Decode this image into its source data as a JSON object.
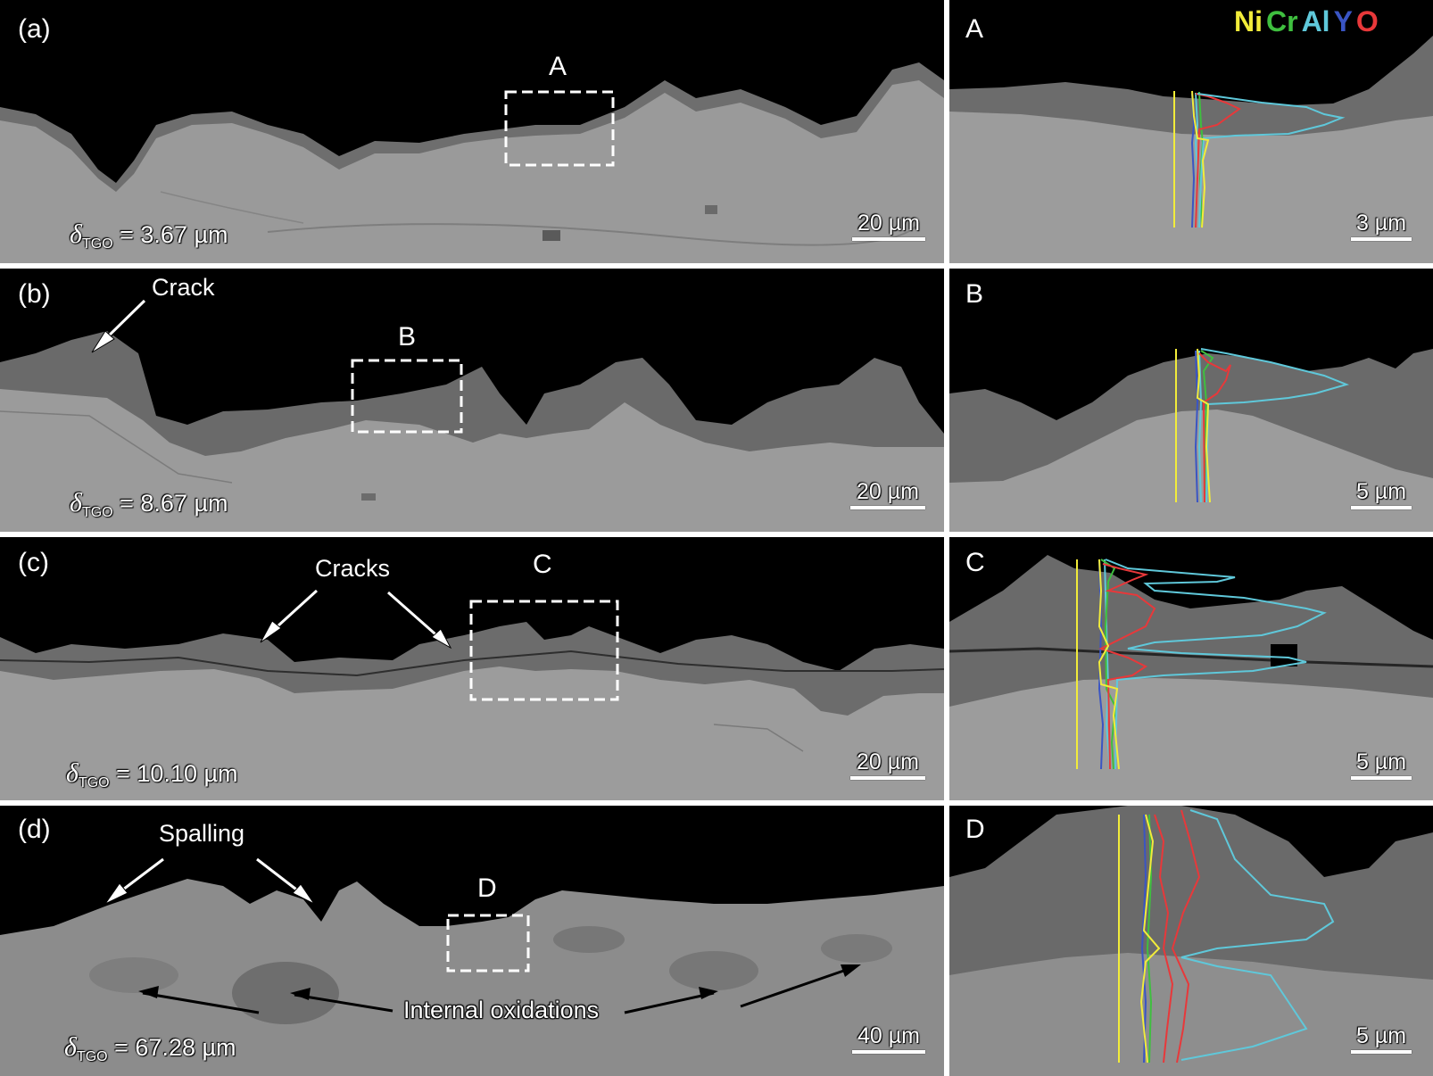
{
  "panels": {
    "a": {
      "label": "(a)",
      "box_label": "A",
      "delta_prefix": "δ",
      "delta_sub": "TGO",
      "delta_value": "= 3.67 µm",
      "scale": "20 µm"
    },
    "b": {
      "label": "(b)",
      "box_label": "B",
      "annotation": "Crack",
      "delta_prefix": "δ",
      "delta_sub": "TGO",
      "delta_value": "= 8.67 µm",
      "scale": "20 µm"
    },
    "c": {
      "label": "(c)",
      "box_label": "C",
      "annotation": "Cracks",
      "delta_prefix": "δ",
      "delta_sub": "TGO",
      "delta_value": "= 10.10 µm",
      "scale": "20 µm"
    },
    "d": {
      "label": "(d)",
      "box_label": "D",
      "annotation_top": "Spalling",
      "annotation_bottom": "Internal oxidations",
      "delta_prefix": "δ",
      "delta_sub": "TGO",
      "delta_value": "= 67.28 µm",
      "scale": "40 µm"
    }
  },
  "zooms": {
    "A": {
      "label": "A",
      "scale": "3 µm"
    },
    "B": {
      "label": "B",
      "scale": "5 µm"
    },
    "C": {
      "label": "C",
      "scale": "5 µm"
    },
    "D": {
      "label": "D",
      "scale": "5 µm"
    }
  },
  "legend": {
    "elements": [
      {
        "symbol": "Ni",
        "color": "#f2ec3a"
      },
      {
        "symbol": "Cr",
        "color": "#3fbf3f"
      },
      {
        "symbol": "Al",
        "color": "#5fc8da"
      },
      {
        "symbol": "Y",
        "color": "#3a55c4"
      },
      {
        "symbol": "O",
        "color": "#e8383a"
      }
    ]
  }
}
